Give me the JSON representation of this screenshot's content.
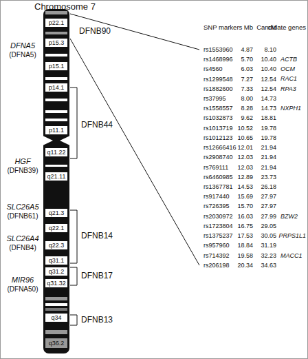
{
  "diagram": {
    "title": "Chromosome 7",
    "labels": [
      "p22.1",
      "p15.3",
      "p15.1",
      "p14.1",
      "p11.1",
      "q11.22",
      "q21.11",
      "q21.3",
      "q22.1",
      "q22.3",
      "q31.1",
      "q31.2",
      "q31.32",
      "q34",
      "q36.2",
      "DFNB90",
      "DFNA5",
      "(DFNA5)",
      "DFNB44",
      "HGF",
      "(DFNB39)",
      "DFNB14",
      "SLC26A5",
      "(DFNB61)",
      "SLC26A4",
      "(DFNB4)",
      "DFNB17",
      "MIR96",
      "(DFNA50)",
      "DFNB13",
      "SNP markers",
      "Mb",
      "cM",
      "Candidate genes",
      "rs1553960",
      "4.87",
      "8.10",
      "rs1468996",
      "5.70",
      "10.40",
      "rs4560",
      "6.03",
      "10.40",
      "rs1299548",
      "7.27",
      "12.54",
      "rs1882600",
      "7.33",
      "12.54",
      "rs37995",
      "8.00",
      "14.73",
      "rs1558557",
      "8.28",
      "14.73",
      "rs1032873",
      "9.62",
      "18.81",
      "rs1013719",
      "10.52",
      "19.78",
      "rs1012123",
      "10.65",
      "19.78",
      "rs12666416",
      "12.01",
      "21.94",
      "rs2908740",
      "12.03",
      "21.94",
      "rs769111",
      "12.03",
      "21.94",
      "rs6460985",
      "12.89",
      "23.73",
      "rs1367781",
      "14.53",
      "26.18",
      "rs917440",
      "15.69",
      "27.97",
      "rs726395",
      "15.70",
      "27.97",
      "rs2030972",
      "16.03",
      "27.99",
      "rs1723804",
      "16.75",
      "29.05",
      "rs1375237",
      "17.53",
      "30.05",
      "rs957960",
      "18.84",
      "31.19",
      "rs714392",
      "19.58",
      "32.23",
      "rs206198",
      "20.34",
      "34.63",
      "ACTB",
      "OCM",
      "RAC1",
      "RPA3",
      "NXPH1",
      "BZW2",
      "PRPS1L1",
      "MACC1"
    ]
  }
}
